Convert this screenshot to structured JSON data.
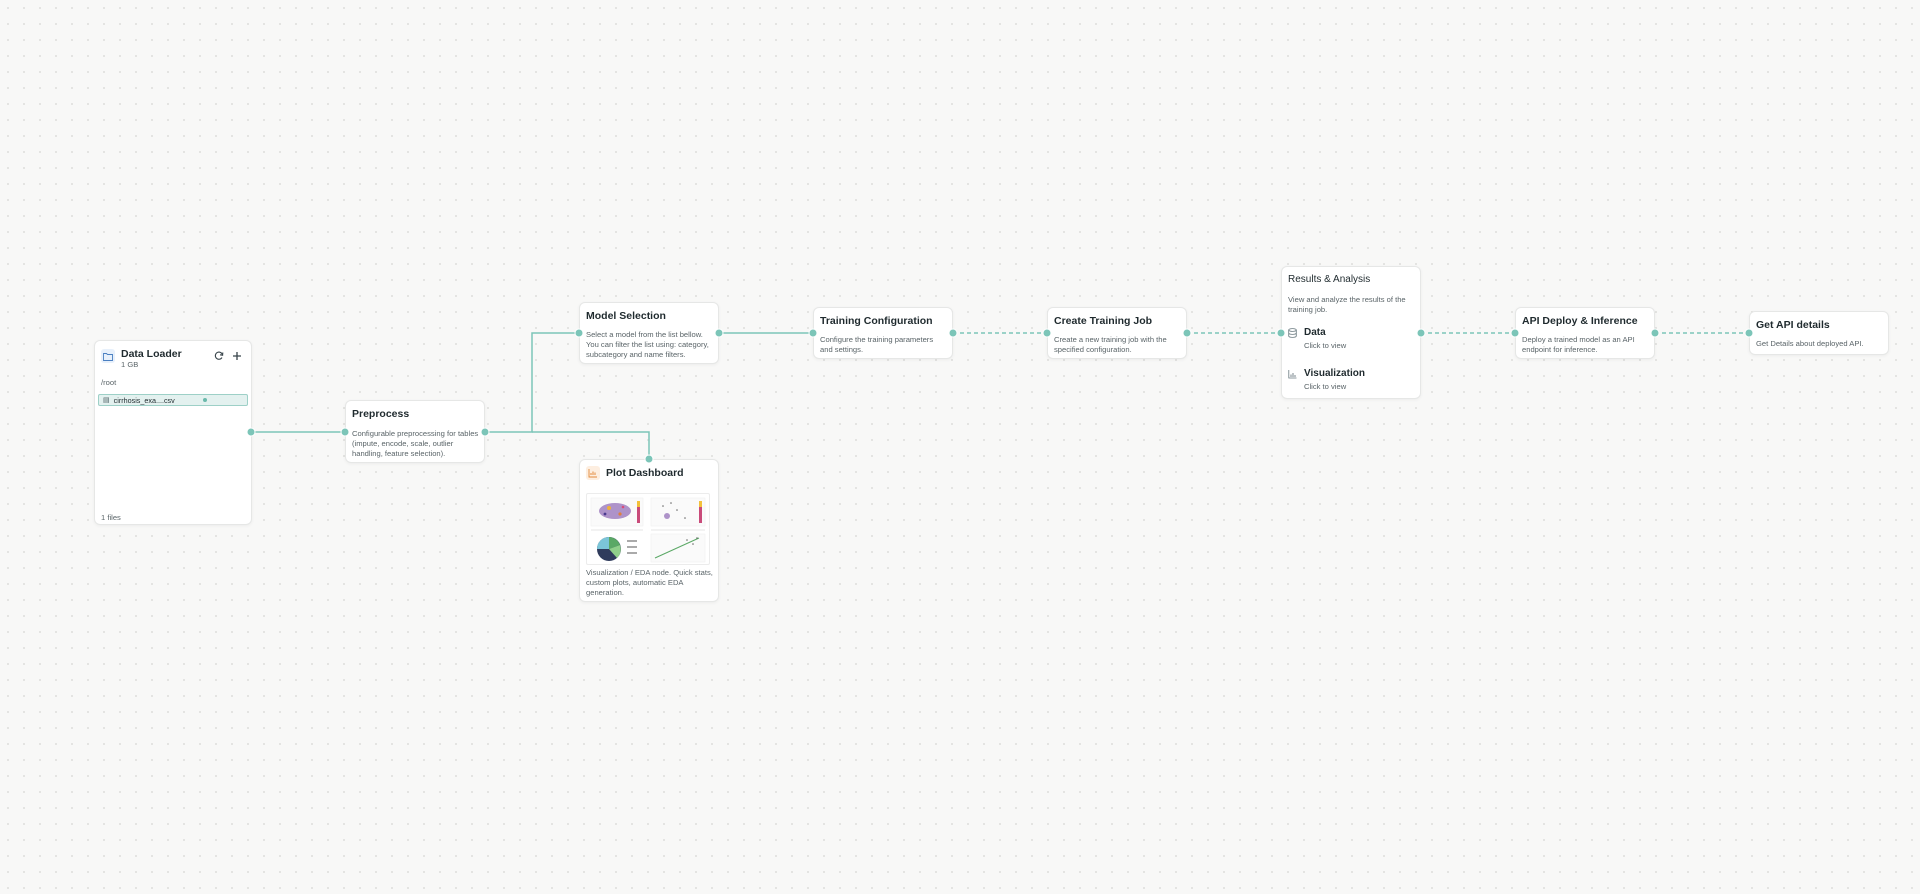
{
  "data_loader": {
    "title": "Data Loader",
    "size": "1 GB",
    "path": "/root",
    "file_name": "cirrhosis_exa....csv",
    "file_count": "1 files",
    "icons": {
      "folder": "folder-icon",
      "refresh": "refresh-icon",
      "add": "plus-icon",
      "file": "table-file-icon"
    }
  },
  "preprocess": {
    "title": "Preprocess",
    "description": "Configurable preprocessing for tables (impute, encode, scale, outlier handling, feature selection)."
  },
  "model_selection": {
    "title": "Model Selection",
    "description": "Select a model from the list bellow. You can filter the list using: category, subcategory and name filters."
  },
  "plot_dashboard": {
    "title": "Plot Dashboard",
    "description": "Visualization / EDA node. Quick stats, custom plots, automatic EDA generation.",
    "icon": "chart-icon"
  },
  "training_configuration": {
    "title": "Training Configuration",
    "description": "Configure the training parameters and settings."
  },
  "create_training_job": {
    "title": "Create Training Job",
    "description": "Create a new training job with the specified configuration."
  },
  "results_analysis": {
    "title": "Results & Analysis",
    "description": "View and analyze the results of the training job.",
    "items": [
      {
        "label": "Data",
        "sublabel": "Click to view",
        "icon": "database-icon"
      },
      {
        "label": "Visualization",
        "sublabel": "Click to view",
        "icon": "bar-chart-icon"
      }
    ]
  },
  "api_deploy": {
    "title": "API Deploy & Inference",
    "description": "Deploy a trained model as an API endpoint for inference."
  },
  "get_api_details": {
    "title": "Get API details",
    "description": "Get Details about deployed API."
  },
  "colors": {
    "edge": "#7cc5b8",
    "handle": "#7cc5b8",
    "canvas": "#f8f8f7"
  }
}
